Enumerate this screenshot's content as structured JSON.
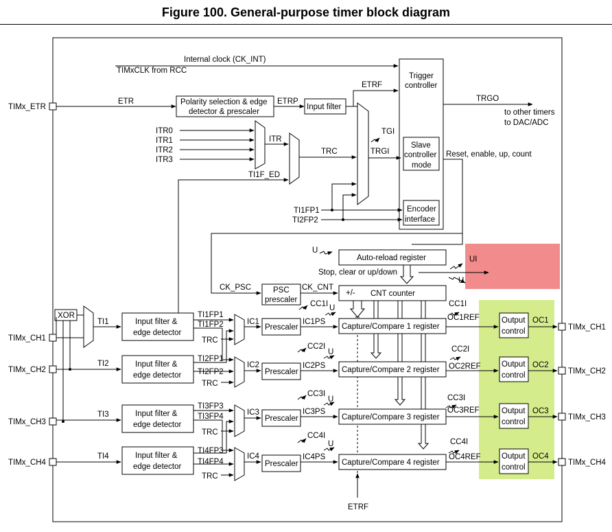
{
  "title": "Figure 100. General-purpose timer block diagram",
  "colors": {
    "highlight_red": "#f28b8b",
    "highlight_green": "#d4ec8c",
    "line": "#000000"
  },
  "labels": {
    "internal_clock": "Internal clock (CK_INT)",
    "timxclk": "TIMxCLK from RCC",
    "etr_pin": "TIMx_ETR",
    "etr": "ETR",
    "polarity_line1": "Polarity selection & edge",
    "polarity_line2": "detector & prescaler",
    "etrp": "ETRP",
    "input_filter": "Input filter",
    "etrf": "ETRF",
    "trigger_line1": "Trigger",
    "trigger_line2": "controller",
    "trgo": "TRGO",
    "to_timers_line1": "to other timers",
    "to_timers_line2": "to DAC/ADC",
    "itr0": "ITR0",
    "itr1": "ITR1",
    "itr2": "ITR2",
    "itr3": "ITR3",
    "itr": "ITR",
    "trc": "TRC",
    "tgi": "TGI",
    "trgi": "TRGI",
    "slave_line1": "Slave",
    "slave_line2": "controller",
    "slave_line3": "mode",
    "reset_enable": "Reset, enable, up, count",
    "ti1f_ed": "TI1F_ED",
    "ti1fp1": "TI1FP1",
    "ti2fp2": "TI2FP2",
    "encoder_line1": "Encoder",
    "encoder_line2": "interface",
    "u": "U",
    "auto_reload": "Auto-reload register",
    "ui": "UI",
    "stop_clear": "Stop, clear or up/down",
    "ck_psc": "CK_PSC",
    "psc_line1": "PSC",
    "psc_line2": "prescaler",
    "ck_cnt": "CK_CNT",
    "plusminus": "+/-",
    "cnt_counter": "CNT counter",
    "xor": "XOR"
  },
  "channels": [
    {
      "pin": "TIMx_CH1",
      "ti": "TI1",
      "fp_a": "TI1FP1",
      "fp_b": "TI1FP2",
      "trc": "TRC",
      "ic": "IC1",
      "prescaler": "Prescaler",
      "icps": "IC1PS",
      "cci": "CC1I",
      "u": "U",
      "ccr": "Capture/Compare 1 register",
      "cco": "CC1I",
      "ocref": "OC1REF",
      "out_line1": "Output",
      "out_line2": "control",
      "oc": "OC1",
      "pin_out": "TIMx_CH1",
      "filter_line1": "Input filter &",
      "filter_line2": "edge detector"
    },
    {
      "pin": "TIMx_CH2",
      "ti": "TI2",
      "fp_a": "TI2FP1",
      "fp_b": "TI2FP2",
      "trc": "TRC",
      "ic": "IC2",
      "prescaler": "Prescaler",
      "icps": "IC2PS",
      "cci": "CC2I",
      "u": "U",
      "ccr": "Capture/Compare 2 register",
      "cco": "CC2I",
      "ocref": "OC2REF",
      "out_line1": "Output",
      "out_line2": "control",
      "oc": "OC2",
      "pin_out": "TIMx_CH2",
      "filter_line1": "Input filter &",
      "filter_line2": "edge detector"
    },
    {
      "pin": "TIMx_CH3",
      "ti": "TI3",
      "fp_a": "TI3FP3",
      "fp_b": "TI3FP4",
      "trc": "TRC",
      "ic": "IC3",
      "prescaler": "Prescaler",
      "icps": "IC3PS",
      "cci": "CC3I",
      "u": "U",
      "ccr": "Capture/Compare 3 register",
      "cco": "CC3I",
      "ocref": "OC3REF",
      "out_line1": "Output",
      "out_line2": "control",
      "oc": "OC3",
      "pin_out": "TIMx_CH3",
      "filter_line1": "Input filter &",
      "filter_line2": "edge detector"
    },
    {
      "pin": "TIMx_CH4",
      "ti": "TI4",
      "fp_a": "TI4FP3",
      "fp_b": "TI4FP4",
      "trc": "TRC",
      "ic": "IC4",
      "prescaler": "Prescaler",
      "icps": "IC4PS",
      "cci": "CC4I",
      "u": "U",
      "ccr": "Capture/Compare 4 register",
      "cco": "CC4I",
      "ocref": "OC4REF",
      "out_line1": "Output",
      "out_line2": "control",
      "oc": "OC4",
      "pin_out": "TIMx_CH4",
      "filter_line1": "Input filter &",
      "filter_line2": "edge detector"
    }
  ],
  "bottom_etrf": "ETRF"
}
